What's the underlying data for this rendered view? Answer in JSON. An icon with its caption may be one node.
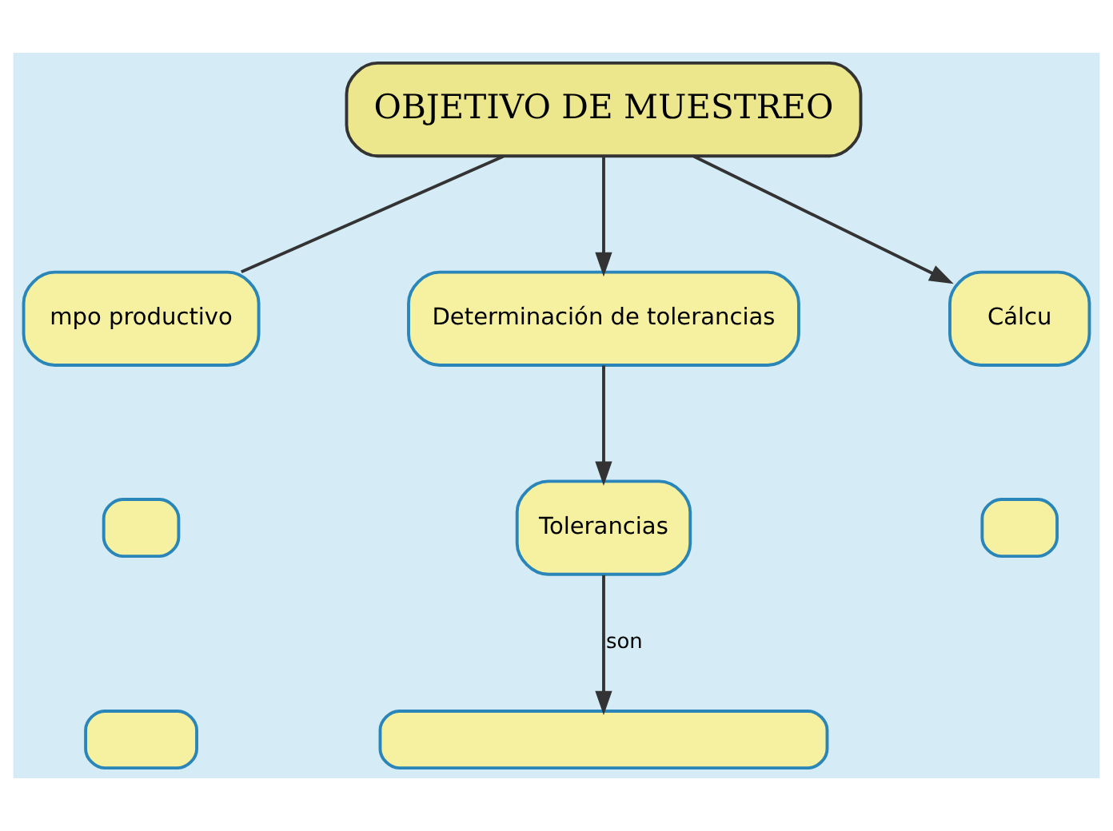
{
  "diagram": {
    "nodes": [
      {
        "text": [
          "OBJETIVO DE MUESTREO"
        ]
      },
      {
        "text": [
          "mpo productivo"
        ]
      },
      {
        "text": [
          "Determinación de tolerancias"
        ]
      },
      {
        "text": [
          "Cálcu"
        ]
      },
      {
        "text": [],
        "shape": "box"
      },
      {
        "text": [
          "Tolerancias"
        ]
      },
      {
        "text": [],
        "shape": "box"
      },
      {
        "text": [],
        "shape": "box"
      },
      {
        "text": [],
        "shape": "box"
      }
    ],
    "edges": [
      {
        "from": 0,
        "to": 1,
        "arrow": "none"
      },
      {
        "from": 0,
        "to": 2,
        "arrow": "to"
      },
      {
        "from": 0,
        "to": 3,
        "arrow": "to"
      },
      {
        "from": 2,
        "to": 5,
        "arrow": "to"
      },
      {
        "from": 5,
        "to": 8,
        "arrow": "to",
        "label": "son"
      }
    ]
  }
}
